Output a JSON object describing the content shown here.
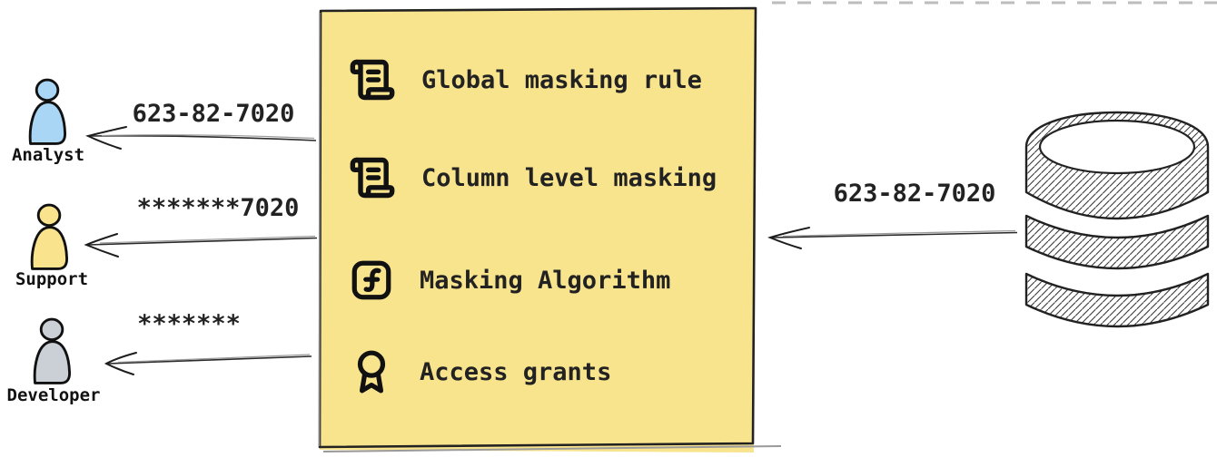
{
  "canvas": {
    "background": "#ffffff",
    "ink": "#1f1f1f"
  },
  "masking_box": {
    "fill": "#F9E48E",
    "border_color": "#222222",
    "items": [
      {
        "icon": "scroll-text-icon",
        "label": "Global masking rule"
      },
      {
        "icon": "scroll-text-icon",
        "label": "Column level masking"
      },
      {
        "icon": "function-square-icon",
        "label": "Masking Algorithm"
      },
      {
        "icon": "award-icon",
        "label": "Access grants"
      }
    ]
  },
  "personas": [
    {
      "name": "Analyst",
      "fill": "#A9D6F5",
      "received_value": "623-82-7020"
    },
    {
      "name": "Support",
      "fill": "#F9E38C",
      "received_value": "*******7020"
    },
    {
      "name": "Developer",
      "fill": "#CBD0D6",
      "received_value": "*******"
    }
  ],
  "database": {
    "icon": "database-icon",
    "sent_value": "623-82-7020"
  }
}
